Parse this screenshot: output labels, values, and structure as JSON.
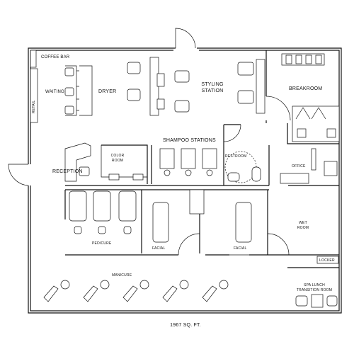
{
  "plan": {
    "area_label": "1967 SQ. FT.",
    "rooms": {
      "coffee_bar": "COFFEE BAR",
      "waiting": "WAITING",
      "dryer": "DRYER",
      "retail": "RETAIL",
      "styling_station": [
        "STYLING",
        "STATION"
      ],
      "breakroom": "BREAKROOM",
      "shampoo_stations": "SHAMPOO STATIONS",
      "color_room": [
        "COLOR",
        "ROOM"
      ],
      "reception": "RECEPTION",
      "restroom": "RESTROOM",
      "office": "OFFICE",
      "pedicure": "PEDICURE",
      "facial_left": "FACIAL",
      "facial_right": "FACIAL",
      "wet_room": [
        "WET",
        "ROOM"
      ],
      "locker": "LOCKER",
      "spa_lunch": [
        "SPA LUNCH",
        "TRANSITION ROOM"
      ],
      "manicure": "MANICURE"
    }
  }
}
